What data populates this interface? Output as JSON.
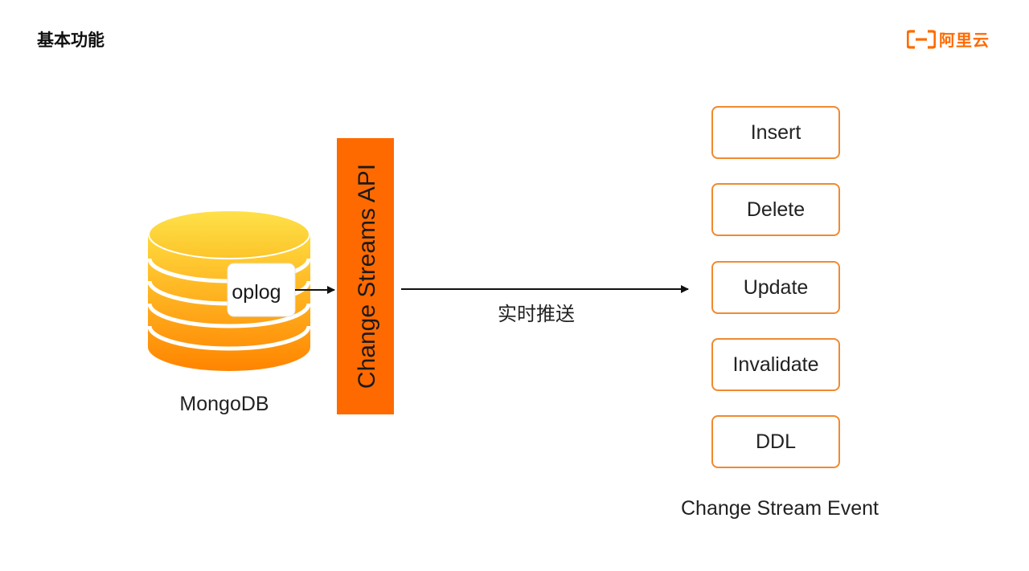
{
  "header": {
    "title": "基本功能"
  },
  "brand": {
    "name": "阿里云",
    "color": "#ff6a00"
  },
  "diagram": {
    "db_label": "MongoDB",
    "oplog_label": "oplog",
    "api_label": "Change Streams API",
    "push_label": "实时推送",
    "events": [
      "Insert",
      "Delete",
      "Update",
      "Invalidate",
      "DDL"
    ],
    "events_caption": "Change Stream Event"
  },
  "colors": {
    "accent": "#ff6a00",
    "box_border": "#f08a30",
    "db_top": "#ffd43a",
    "db_bottom": "#ff8a00"
  }
}
